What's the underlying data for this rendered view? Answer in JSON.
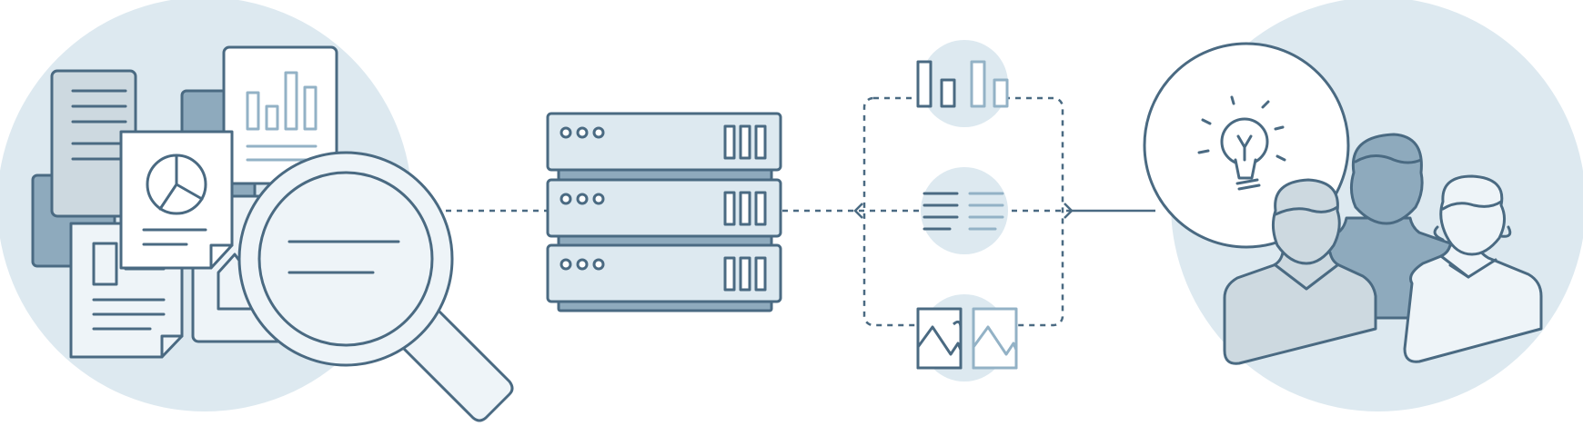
{
  "diagram": {
    "stages": [
      {
        "id": "collect",
        "icon": "documents-magnifier-icon"
      },
      {
        "id": "store",
        "icon": "server-rack-icon"
      },
      {
        "id": "transform",
        "icons": [
          "bar-chart-icon",
          "text-lines-icon",
          "image-icon"
        ]
      },
      {
        "id": "insight",
        "icon": "users-lightbulb-icon"
      }
    ],
    "connectors": [
      "dashed-line",
      "dashed-line",
      "dashed-branch",
      "dashed-line"
    ]
  },
  "colors": {
    "stroke": "#4a6a82",
    "circle_bg": "#dde9f0",
    "panel_light": "#e3eef4",
    "panel_mid": "#cdd9e0",
    "panel_dark": "#8eaabd",
    "accent_light": "#93b2c6",
    "white": "#ffffff"
  }
}
